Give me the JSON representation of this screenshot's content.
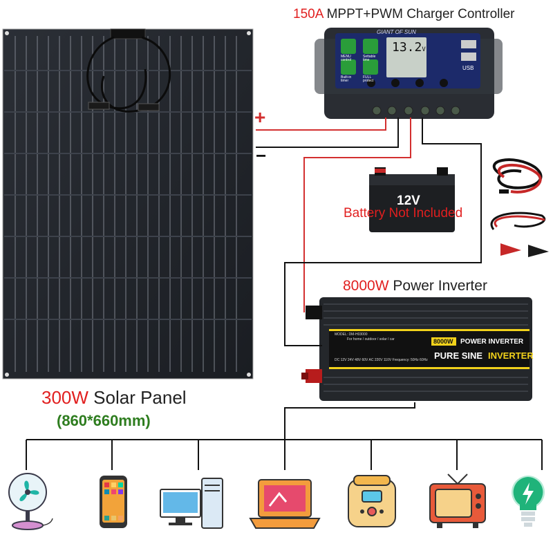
{
  "controller": {
    "power": "150A",
    "name": "MPPT+PWM Charger Controller",
    "brand": "GIANT OF SUN",
    "display_value": "13.2",
    "display_unit": "V",
    "btn_mode": "MENU control",
    "btn_settable": "Settable time",
    "btn_builtin": "Built-in timer",
    "btn_full": "FULL protect",
    "usb": "USB"
  },
  "battery": {
    "voltage": "12V",
    "note": "Battery Not Included"
  },
  "inverter": {
    "power": "8000W",
    "name": "Power Inverter",
    "model": "MODEL: DM-H03000",
    "badge": "8000W",
    "label_top": "POWER INVERTER",
    "label_pure": "PURE SINE",
    "label_inverter": "INVERTER",
    "usage": "For home / outdoor / solar / car",
    "specs": "DC 12V 24V 48V 60V AC 220V 110V Frequency: 50Hz 60Hz"
  },
  "panel": {
    "power": "300W",
    "name": "Solar Panel",
    "size": "(860*660mm)"
  },
  "wiring": {
    "plus": "+",
    "minus": "−"
  },
  "devices": [
    "fan-icon",
    "phone-icon",
    "desktop-icon",
    "laptop-icon",
    "rice-cooker-icon",
    "tv-icon",
    "bulb-icon"
  ],
  "colors": {
    "red": "#e11f1f",
    "green": "#2e7d1f",
    "wire_red": "#d32f2f",
    "wire_black": "#111111",
    "yellow": "#f2d21b"
  }
}
